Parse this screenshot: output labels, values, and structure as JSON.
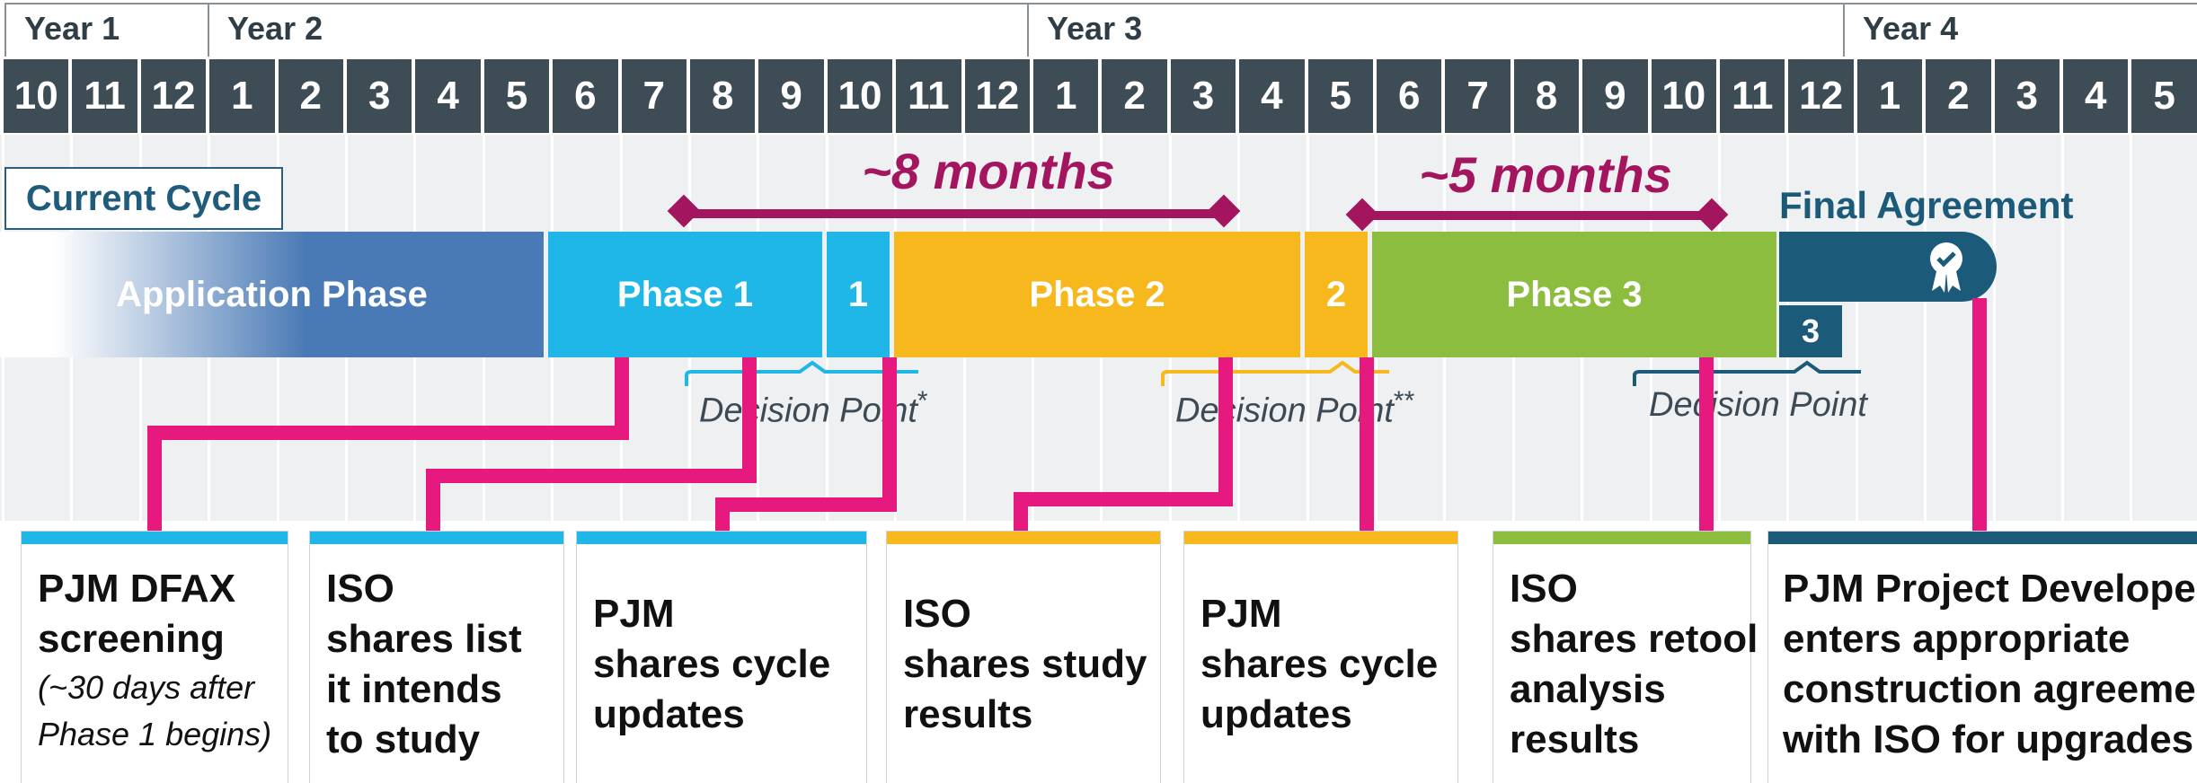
{
  "years": [
    "Year 1",
    "Year 2",
    "Year 3",
    "Year 4"
  ],
  "months": [
    "10",
    "11",
    "12",
    "1",
    "2",
    "3",
    "4",
    "5",
    "6",
    "7",
    "8",
    "9",
    "10",
    "11",
    "12",
    "1",
    "2",
    "3",
    "4",
    "5",
    "6",
    "7",
    "8",
    "9",
    "10",
    "11",
    "12",
    "1",
    "2",
    "3",
    "4",
    "5"
  ],
  "current_cycle": "Current Cycle",
  "durations": {
    "phase1_2": "~8 months",
    "phase3": "~5 months"
  },
  "final_agreement": "Final Agreement",
  "phases": {
    "application": "Application Phase",
    "phase1": "Phase 1",
    "dp1": "1",
    "phase2": "Phase 2",
    "dp2": "2",
    "phase3": "Phase 3",
    "dp3": "3"
  },
  "decision_points": [
    {
      "label": "Decision Point",
      "mark": "*"
    },
    {
      "label": "Decision Point",
      "mark": "**"
    },
    {
      "label": "Decision Point",
      "mark": ""
    }
  ],
  "cards": [
    {
      "lines": [
        "PJM DFAX",
        "screening"
      ],
      "note": [
        "(~30 days after",
        "Phase 1 begins)"
      ]
    },
    {
      "lines": [
        "ISO",
        "shares list",
        "it intends",
        "to study"
      ]
    },
    {
      "lines": [
        "PJM",
        "shares cycle",
        "updates"
      ]
    },
    {
      "lines": [
        "ISO",
        "shares study",
        "results"
      ]
    },
    {
      "lines": [
        "PJM",
        "shares cycle",
        "updates"
      ]
    },
    {
      "lines": [
        "ISO",
        "shares retool",
        "analysis",
        "results"
      ]
    },
    {
      "lines": [
        "PJM Project Developer",
        "enters appropriate",
        "construction agreemen",
        "with ISO for upgrades"
      ]
    }
  ],
  "colors": {
    "application": "#4a7ab5",
    "phase1": "#1fb6e8",
    "phase2": "#f6b81c",
    "phase3": "#8cbd3f",
    "final": "#1c5a7a",
    "duration": "#a3155f",
    "connector": "#e6197f"
  }
}
